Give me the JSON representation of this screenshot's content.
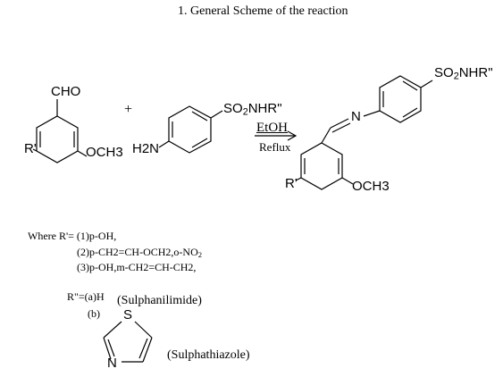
{
  "title": "1. General Scheme of the reaction",
  "reactant1": {
    "substituent_top": "CHO",
    "substituent_left": "R'",
    "substituent_right": "OCH3"
  },
  "plus": "+",
  "reactant2": {
    "amine": "H2N",
    "sulfonamide_main": "SO",
    "sulfonamide_sub": "2",
    "sulfonamide_tail": "NHR\""
  },
  "arrow": {
    "above": "EtOH",
    "below": "Reflux"
  },
  "product": {
    "imine_n": "N",
    "sulfonamide_main": "SO",
    "sulfonamide_sub": "2",
    "sulfonamide_tail": "NHR\"",
    "substituent_left": "R'",
    "substituent_right": "OCH3"
  },
  "definitions": {
    "r_prime_prefix": "Where R'= (1)p-OH,",
    "r_prime_line2_main": "(2)p-CH2=CH-OCH2,o-NO",
    "r_prime_line2_sub": "2",
    "r_prime_line3": "(3)p-OH,m-CH2=CH-CH2,",
    "r_double_prime_prefix": "R\"=(a)H",
    "option_a_name": "(Sulphanilimide)",
    "option_b_label": "(b)",
    "thiazole_s": "S",
    "thiazole_n": "N",
    "option_b_name": "(Sulphathiazole)"
  }
}
